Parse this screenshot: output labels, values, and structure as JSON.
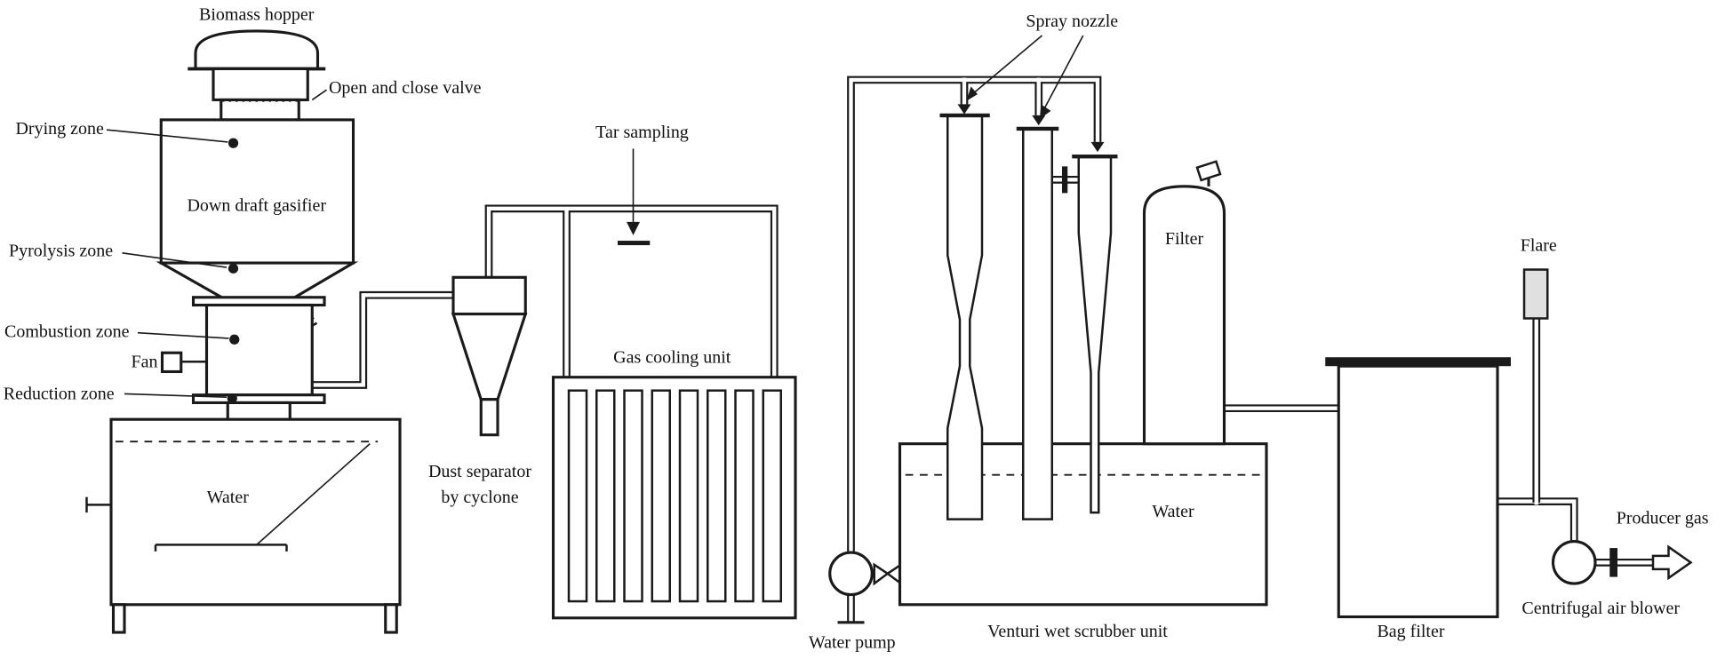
{
  "diagram": {
    "title_hint": "Biomass downdraft gasification system schematic",
    "colors": {
      "line": "#1a1a1a",
      "background": "#ffffff",
      "flare_fill": "#e0e0e0"
    },
    "labels": {
      "biomass_hopper": "Biomass hopper",
      "open_close_valve": "Open and close valve",
      "drying_zone": "Drying zone",
      "down_draft_gasifier": "Down draft gasifier",
      "pyrolysis_zone": "Pyrolysis zone",
      "combustion_zone": "Combustion zone",
      "fan": "Fan",
      "reduction_zone": "Reduction zone",
      "water_tank": "Water",
      "dust_separator_line1": "Dust separator",
      "dust_separator_line2": "by cyclone",
      "tar_sampling": "Tar sampling",
      "gas_cooling_unit": "Gas cooling unit",
      "water_pump": "Water pump",
      "spray_nozzle": "Spray nozzle",
      "venturi_wet_scrubber": "Venturi wet scrubber unit",
      "scrubber_water": "Water",
      "filter": "Filter",
      "bag_filter": "Bag filter",
      "flare": "Flare",
      "centrifugal_air_blower": "Centrifugal air blower",
      "producer_gas": "Producer gas"
    }
  }
}
